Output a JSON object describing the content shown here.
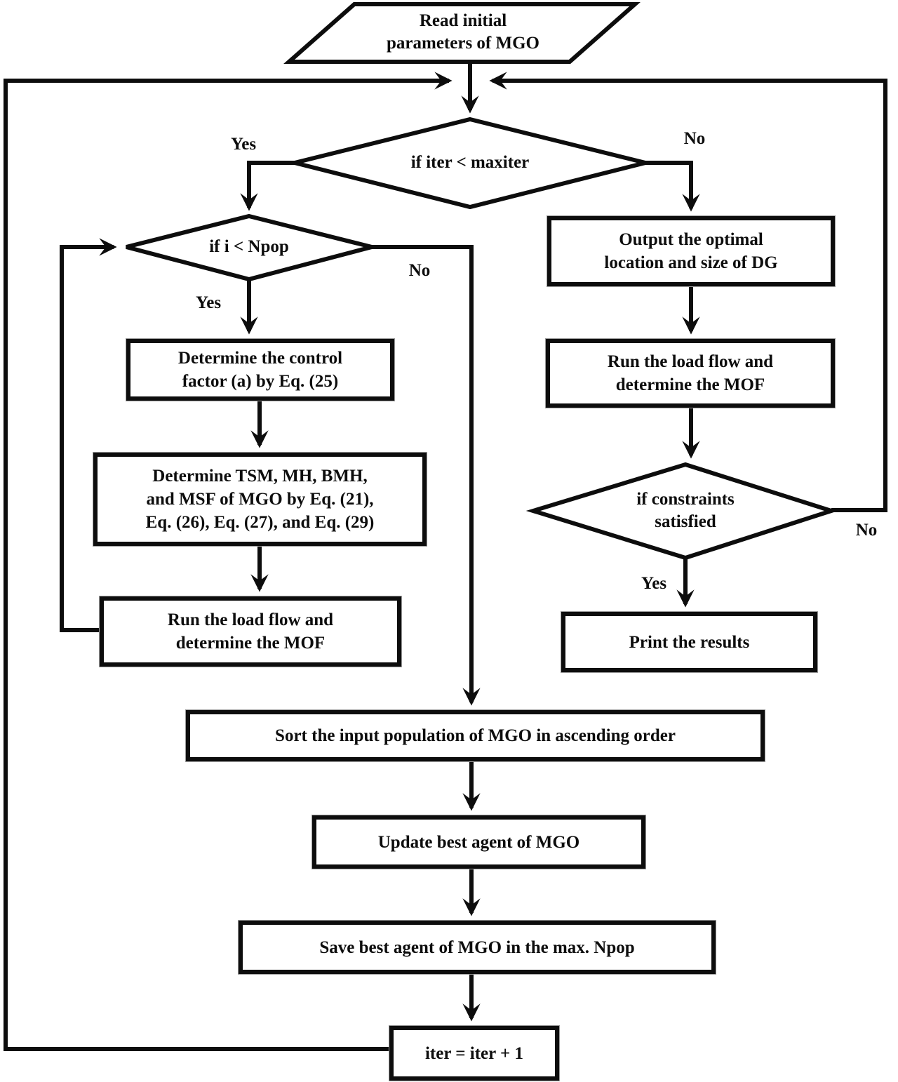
{
  "figure": {
    "title": "MGO optimization flowchart for optimal DG location and size",
    "type": "flowchart"
  },
  "colors": {
    "stroke": "#0d0d0d",
    "fill": "#ffffff",
    "text": "#0d0d0d"
  },
  "nodes": {
    "read_params": {
      "shape": "parallelogram",
      "lines": [
        "Read initial",
        "parameters of MGO"
      ]
    },
    "iter_check": {
      "shape": "diamond",
      "lines": [
        "if iter < maxiter"
      ]
    },
    "npop_check": {
      "shape": "diamond",
      "lines": [
        "if i < Npop"
      ]
    },
    "control_factor": {
      "shape": "process",
      "lines": [
        "Determine the control",
        "factor (a) by Eq. (25)"
      ]
    },
    "determine_tsm": {
      "shape": "process",
      "lines": [
        "Determine TSM, MH, BMH,",
        "and MSF of MGO by Eq. (21),",
        "Eq. (26), Eq. (27), and Eq. (29)"
      ]
    },
    "load_flow_left": {
      "shape": "process",
      "lines": [
        "Run the load flow and",
        "determine the MOF"
      ]
    },
    "output_dg": {
      "shape": "process",
      "lines": [
        "Output the optimal",
        "location and size of DG"
      ]
    },
    "load_flow_right": {
      "shape": "process",
      "lines": [
        "Run the load flow and",
        "determine the MOF"
      ]
    },
    "constraints_check": {
      "shape": "diamond",
      "lines": [
        "if constraints",
        "satisfied"
      ]
    },
    "print_results": {
      "shape": "process",
      "lines": [
        "Print the results"
      ]
    },
    "sort_population": {
      "shape": "process",
      "lines": [
        "Sort the input population of  MGO in ascending order"
      ]
    },
    "update_best": {
      "shape": "process",
      "lines": [
        "Update best agent of MGO"
      ]
    },
    "save_best": {
      "shape": "process",
      "lines": [
        "Save best agent of MGO in the max. Npop"
      ]
    },
    "iter_increment": {
      "shape": "process",
      "lines": [
        "iter = iter + 1"
      ]
    }
  },
  "branch_labels": {
    "iter_yes": "Yes",
    "iter_no": "No",
    "npop_yes": "Yes",
    "npop_no": "No",
    "constraints_yes": "Yes",
    "constraints_no": "No"
  }
}
